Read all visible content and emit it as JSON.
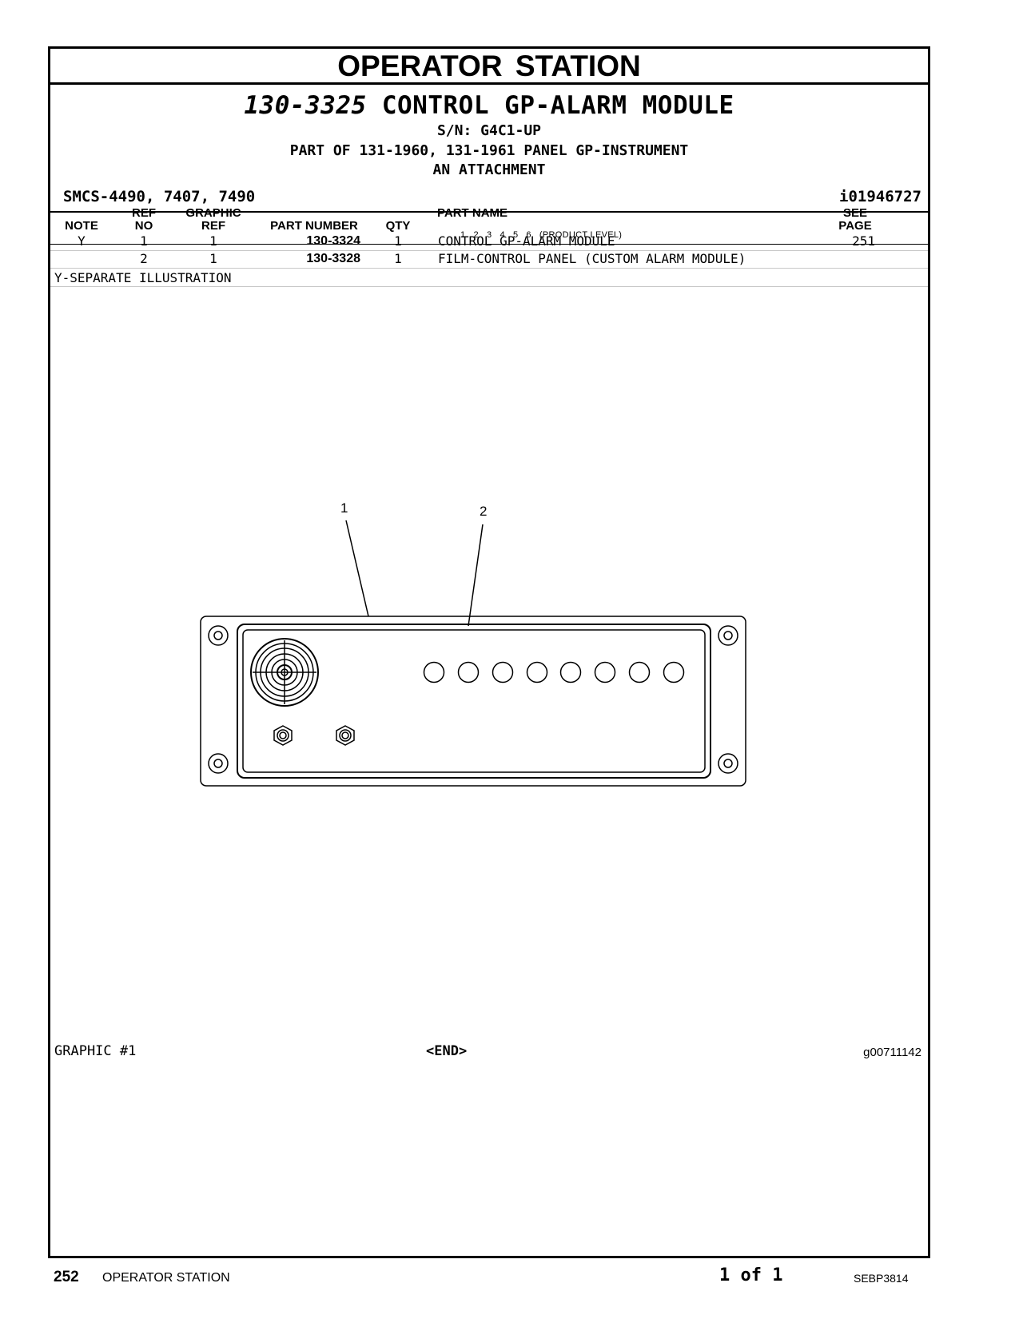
{
  "header": {
    "section_title": "OPERATOR STATION",
    "group_number": "130-3325",
    "group_name": "CONTROL GP-ALARM MODULE",
    "serial": "S/N: G4C1-UP",
    "part_of": "PART OF 131-1960, 131-1961 PANEL GP-INSTRUMENT",
    "attachment": "AN ATTACHMENT",
    "smcs": "SMCS-4490, 7407, 7490",
    "illustration_id": "i01946727"
  },
  "table": {
    "columns": {
      "note": "NOTE",
      "ref_top": "REF",
      "ref_bottom": "NO",
      "graphic_top": "GRAPHIC",
      "graphic_bottom": "REF",
      "part_number": "PART NUMBER",
      "qty": "QTY",
      "part_name": "PART NAME",
      "product_level": "1   2   3   4   5   6   (PRODUCT LEVEL)",
      "see_top": "SEE",
      "see_bottom": "PAGE"
    },
    "rows": [
      {
        "note": "Y",
        "ref_no": "1",
        "graphic_ref": "1",
        "part_number": "130-3324",
        "qty": "1",
        "part_name": "CONTROL GP-ALARM MODULE",
        "see_page": "251"
      },
      {
        "note": "",
        "ref_no": "2",
        "graphic_ref": "1",
        "part_number": "130-3328",
        "qty": "1",
        "part_name": "FILM-CONTROL PANEL (CUSTOM ALARM MODULE)",
        "see_page": ""
      }
    ],
    "footnote": "Y-SEPARATE ILLUSTRATION"
  },
  "graphic": {
    "callout_1": "1",
    "callout_2": "2",
    "label": "GRAPHIC #1",
    "end_marker": "<END>",
    "graphic_id": "g00711142"
  },
  "footer": {
    "page_number": "252",
    "section": "OPERATOR STATION",
    "page_of": "1 of 1",
    "document": "SEBP3814"
  }
}
